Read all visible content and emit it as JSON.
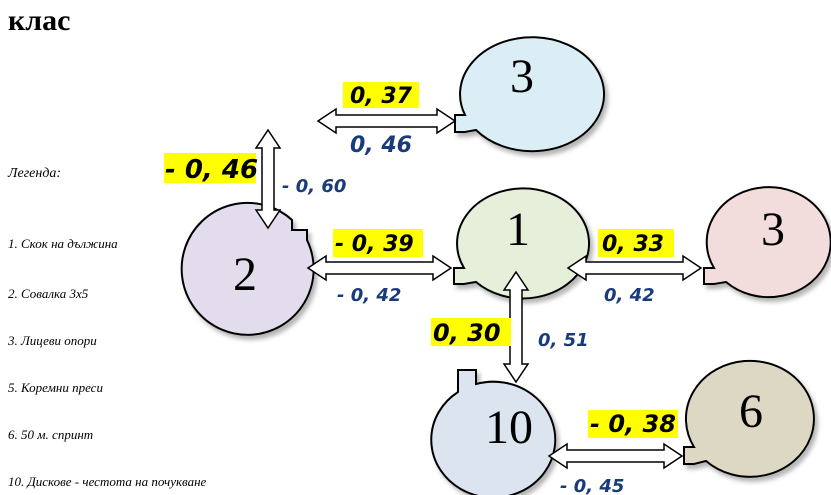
{
  "title": "клас",
  "legend": {
    "heading": "Легенда:",
    "items": [
      "1.  Скок на дължина",
      "2.  Совалка 3х5",
      "3.  Лицеви опори",
      "5.  Коремни преси",
      "6.  50 м. спринт",
      "10.  Дискове - честота на почукване"
    ]
  },
  "nodes": [
    {
      "id": "n3top",
      "label": "3",
      "fill": "#dbeef5"
    },
    {
      "id": "n2",
      "label": "2",
      "fill": "#e2dcec"
    },
    {
      "id": "n1",
      "label": "1",
      "fill": "#e6efd9"
    },
    {
      "id": "n3right",
      "label": "3",
      "fill": "#f3dcdc"
    },
    {
      "id": "n10",
      "label": "10",
      "fill": "#dce4f0"
    },
    {
      "id": "n6",
      "label": "6",
      "fill": "#dcd8c4"
    }
  ],
  "edges": [
    {
      "id": "e1",
      "upper": "0, 37",
      "lower": "0, 46"
    },
    {
      "id": "e2",
      "upper": "- 0, 46",
      "lower": "- 0, 60"
    },
    {
      "id": "e3",
      "upper": "- 0, 39",
      "lower": "- 0, 42"
    },
    {
      "id": "e4",
      "upper": "0, 33",
      "lower": "0, 42"
    },
    {
      "id": "e5",
      "upper": "0, 30",
      "lower": "0, 51"
    },
    {
      "id": "e6",
      "upper": "- 0, 38",
      "lower": "- 0, 45"
    }
  ],
  "colors": {
    "highlight": "#ffff00",
    "upper_text": "#000000",
    "lower_text": "#1a3b7a",
    "stroke": "#000000"
  }
}
